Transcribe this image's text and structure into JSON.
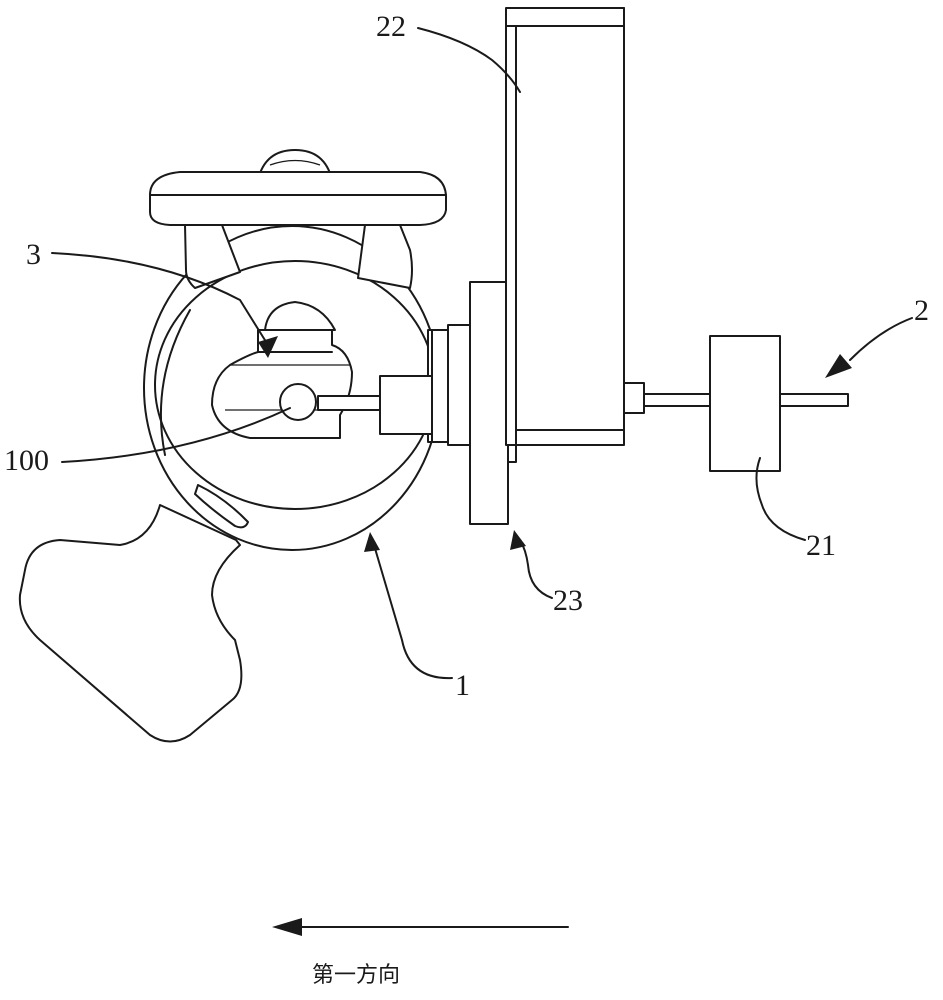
{
  "labels": {
    "tube": "22",
    "support": "3",
    "ball": "100",
    "assembly": "2",
    "block": "21",
    "flange": "23",
    "body": "1"
  },
  "caption": "第一方向",
  "colors": {
    "ink": "#1a1a1a",
    "paper": "#ffffff"
  }
}
